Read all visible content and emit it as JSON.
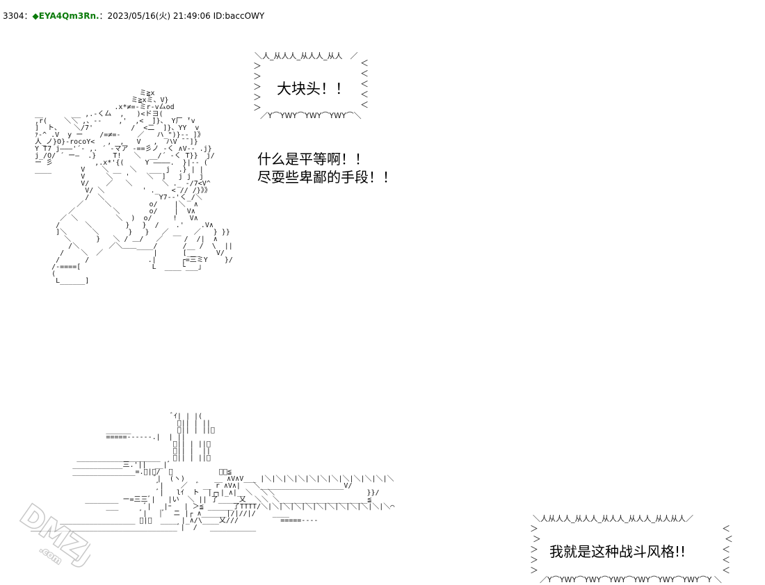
{
  "post": {
    "number": "3304：",
    "name": "◆EYA4Qm3Rn.",
    "datetime": "：2023/05/16(火) 21:49:06 ID:baccOWY"
  },
  "bubble_top": {
    "text": "大块头！！",
    "edge_top": "＼人_从人人_从人人_从人　／",
    "edge_bottom": "／Y⌒YWY⌒YWY⌒YWY⌒＼",
    "edge_left": "＞\n＞\n＞\n＞\n＞",
    "edge_right": "＜\n＜\n＜\n＜\n＜"
  },
  "dialogue": {
    "line1": "什么是平等啊！！",
    "line2": "尽耍些卑鄙的手段！！"
  },
  "figure_art": "                          ミ≧x\n                        ミ≧xミ、V}\n                    .x*≠=-ミr-v厶od\n __       __ ,.-く厶  ,   )<ドヨ(\n ,r(    ＼＼ ,、--    ,'  ,<  ̄]}、 Y厂 ̄'v\n ]  ト、   ＼/7'         /  <二  ]}、YY  v\n ｧ-^ .V  y ー    /=≠=-    ／   ハ_\")}-‐ ]》\n 人_ノ}O}-rocoY<   ,  ,   V   ,  ハV ̄ ̄ ]}\n Y T7 j―――'´- ,. ´ ‐マア -==彡ノ -く ∧V-‐ .j}\n j_/O/ ´ ー―  .}    T!   ＼  __/´ -く T}}  j/\n ー 彡          ,.x*'{(     Y ――――.  }|-‐ (\n ____       V    ＼ __  ＼   ___ j  .} | |\n            V     ＼   '    ＼  ]   j j  j\n            V/    ／   ＼       ＼ ._ -/7<V^\n             V/ ＼         ' ._   < // /}》》\n             /  ＼             Y7--'く_/＼\n           ／     ＼         o/    |＼  ∧\n         ／         ＼       o/    |  V∧\n       ／ ＼         ＼  )  o/     !   V∧\n      /      ＼        }   }  /    .'    .V∧\n      ]＼      ＼       }   }   ／ __   ／   } }}\n        ＼      }   ＼ / ＿/   ／     /  /|  ∧\n         /＼       ／＼＿＿____/      /__ /  \\  ||\n       /    ＼  ／            |      [___    V/\n      /      /              .|      ┌=三ミY    }/\n     /-====[                 L  ____└___」\n     (                          \n      L______]",
  "scene_art": "                                  ﾞｲ| | |(\n                                   ﾞ|| | ||\n                  ______           ﾞ|| | ||ﾞ\n                  =====------.|  | ||\n                                  ﾞ|| | ||、\n                                  ﾞ|| |  ||\n           ____________________   ﾞ|| | ||ﾞ\n          ____________三.'||  __|ﾞ\n          _______________=.ﾞ|ﾞ/  ＼           ーー≦\n                              ﾞ|  (ヽ)       __ ∧V∧V___ |＼|＼|＼|＼|＼|＼|＼|＼|＼|＼|＼|＼\n                              ﾞ|    ／  ゛__ r ∧V∧|   ＼____________________V/\n                              ﾞ|   lｲ  ト  |┌┐|_∧|__＼  ＼＼                      }}/\n             ________ ー=三三ﾞ|   |い  ＼ || 了_____乂  ＼＼ ＼_____________________≦\n                  ___      ﾞ|   |ｰ   | ＞≦ ______了TTTT/＼|＼|＼|＼|＼|＼|＼|＼|＼|＼|＼|＼⌒\n                          ﾞ|   |ﾞ  ニ |┌ ∧______|/|//|/    ____\n       __________________ ﾞ|ﾞ  ____ |_∧/\\____乂///          =====----\n___________________________________ﾞ|  /   ___________",
  "bubble_bottom": {
    "text": "我就是这种战斗风格!!",
    "edge_top": "＼人从人人_从人人_从人人_从人人_从人从人／",
    "edge_bottom": "／Y⌒YWY⌒YWY⌒YWY⌒YWY⌒YWY⌒YWY⌒Y ＼",
    "edge_left": "＞\n ＞\n＞\n＞\n＞",
    "edge_right": "＜\n ＜\n＜\n＜\n＜"
  },
  "watermark": {
    "text": "DMZJ",
    "subtext": ".com"
  }
}
